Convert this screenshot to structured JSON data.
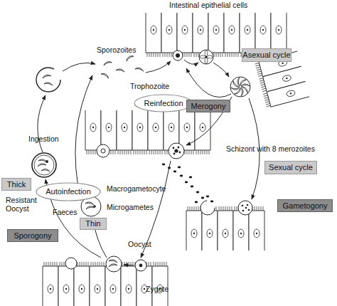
{
  "diagram": {
    "nodes": [
      {
        "text": [
          "Asexual cycle"
        ]
      },
      {
        "text": [
          "Reinfection"
        ]
      },
      {
        "text": [
          "Merogony"
        ]
      },
      {
        "text": [
          "Sexual cycle"
        ]
      },
      {
        "text": [
          "Thick"
        ]
      },
      {
        "text": [
          "Autoinfection"
        ]
      },
      {
        "text": [
          "Gametogony"
        ]
      },
      {
        "text": [
          "Thin"
        ]
      },
      {
        "text": [
          "Sporogony"
        ]
      }
    ],
    "labels": [
      "Intestinal epithelial cells",
      "Sporozoites",
      "Trophozoite",
      "Schizont with 8 merozoites",
      "Macrogametocyte",
      "Microgametes",
      "Ingestion",
      "Resistant Oocyst",
      "Faeces",
      "Oocyst",
      "Zygote"
    ]
  }
}
